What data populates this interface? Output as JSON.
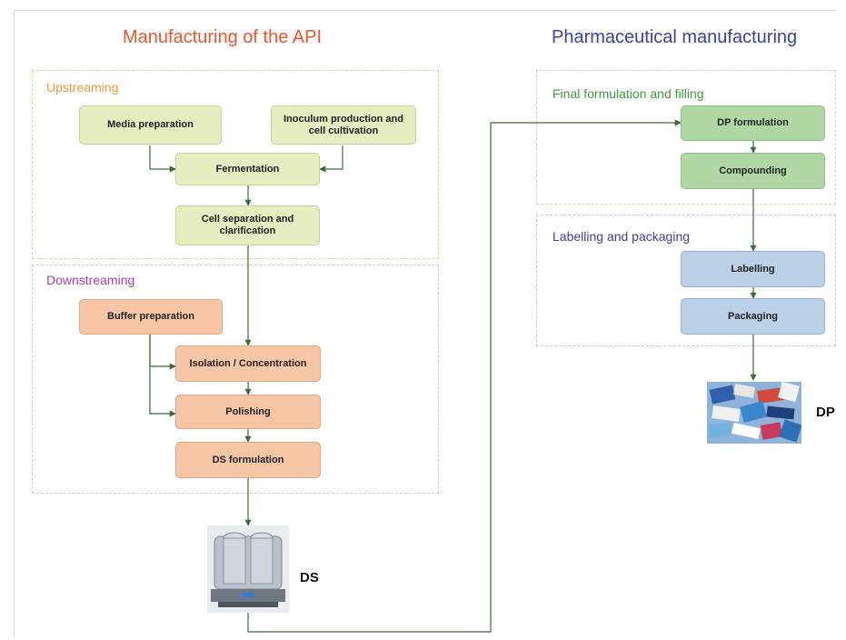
{
  "headings": {
    "api": "Manufacturing of the API",
    "pharma": "Pharmaceutical manufacturing"
  },
  "sections": {
    "upstream": "Upstreaming",
    "downstream": "Downstreaming",
    "final": "Final formulation and filling",
    "labelling": "Labelling and packaging"
  },
  "steps": {
    "media": "Media preparation",
    "inoculum": "Inoculum production and\ncell cultivation",
    "fermentation": "Fermentation",
    "cell_sep": "Cell separation and\nclarification",
    "buffer": "Buffer preparation",
    "isolation": "Isolation / Concentration",
    "polishing": "Polishing",
    "ds_formulation": "DS formulation",
    "dp_formulation": "DP formulation",
    "compounding": "Compounding",
    "labelling": "Labelling",
    "packaging": "Packaging"
  },
  "outputs": {
    "ds": "DS",
    "dp": "DP"
  },
  "colors": {
    "api_heading": "#f0552b",
    "pharma_heading": "#3d3fa3",
    "upstream_label": "#f29a3a",
    "downstream_label": "#b03aa6",
    "final_label": "#3e9a3e",
    "labelling_label": "#3d3fa3",
    "arrow": "#3e6b3e"
  }
}
